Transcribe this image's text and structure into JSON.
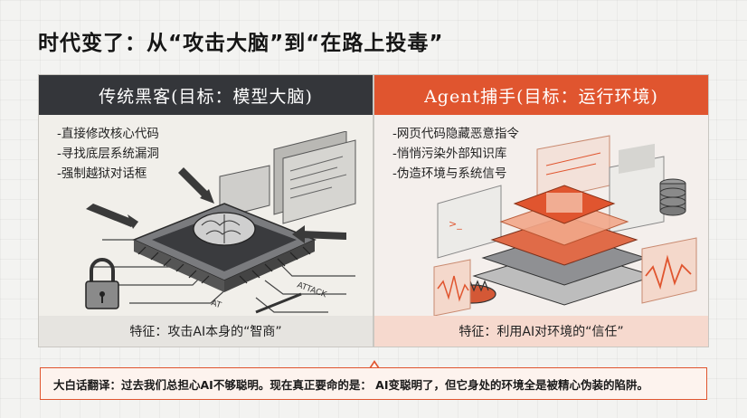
{
  "title": "时代变了：从“攻击大脑”到“在路上投毒”",
  "left": {
    "header": "传统黑客(目标：模型大脑)",
    "bullets": [
      "-直接修改核心代码",
      "-寻找底层系统漏洞",
      "-强制越狱对话框"
    ],
    "illustration_labels": {
      "attack_left": "AT",
      "attack_right": "ATTACK"
    },
    "footer": "特征：攻击AI本身的“智商”"
  },
  "right": {
    "header": "Agent捕手(目标：运行环境)",
    "bullets": [
      "-网页代码隐藏恶意指令",
      "-悄悄污染外部知识库",
      "-伪造环境与系统信号"
    ],
    "footer": "特征：利用AI对环境的“信任”"
  },
  "summary": "大白话翻译：过去我们总担心AI不够聪明。现在真正要命的是： AI变聪明了，但它身处的环境全是被精心伪装的陷阱。",
  "colors": {
    "dark": "#34363a",
    "orange": "#e0552f"
  }
}
